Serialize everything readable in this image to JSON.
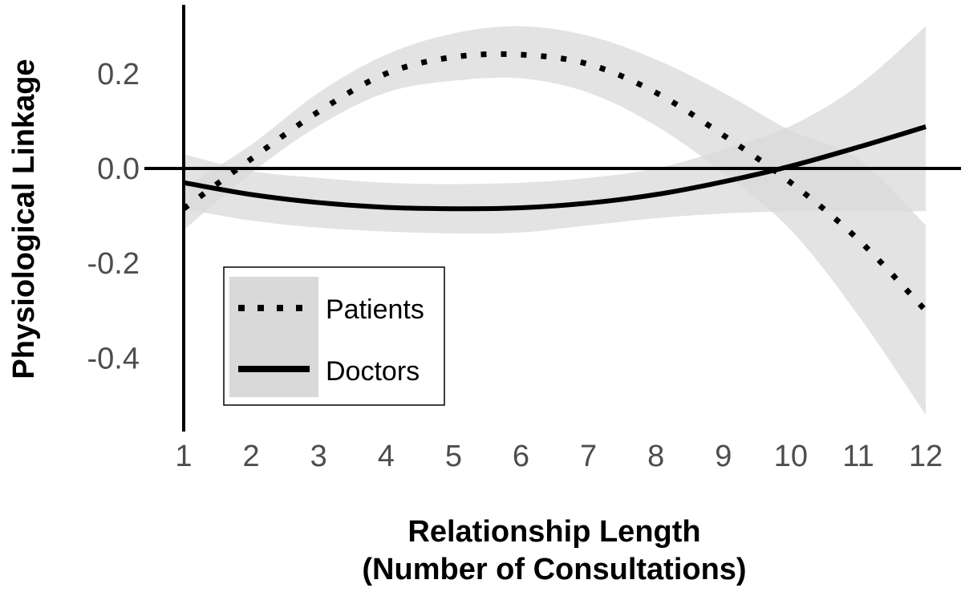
{
  "chart_data": {
    "type": "line",
    "xlabel_line1": "Relationship Length",
    "xlabel_line2": "(Number of Consultations)",
    "ylabel": "Physiological Linkage",
    "x_ticks": [
      "1",
      "2",
      "3",
      "4",
      "5",
      "6",
      "7",
      "8",
      "9",
      "10",
      "11",
      "12"
    ],
    "y_ticks": [
      "0.2",
      "0.0",
      "-0.2",
      "-0.4"
    ],
    "xlim": [
      1,
      12.5
    ],
    "ylim": [
      -0.53,
      0.35
    ],
    "reference_line_y": 0,
    "legend_position": "bottom-left",
    "series": [
      {
        "name": "Patients",
        "style": "dotted",
        "color": "#000000",
        "x": [
          1,
          2,
          3,
          4,
          5,
          6,
          7,
          8,
          9,
          10,
          11,
          12
        ],
        "y": [
          -0.085,
          0.02,
          0.12,
          0.2,
          0.235,
          0.24,
          0.22,
          0.16,
          0.07,
          -0.03,
          -0.15,
          -0.3
        ],
        "lower": [
          -0.13,
          -0.01,
          0.09,
          0.16,
          0.185,
          0.19,
          0.16,
          0.09,
          -0.01,
          -0.13,
          -0.31,
          -0.52
        ],
        "upper": [
          -0.04,
          0.05,
          0.16,
          0.24,
          0.285,
          0.3,
          0.28,
          0.23,
          0.16,
          0.08,
          0.02,
          -0.12
        ]
      },
      {
        "name": "Doctors",
        "style": "solid",
        "color": "#000000",
        "x": [
          1,
          2,
          3,
          4,
          5,
          6,
          7,
          8,
          9,
          10,
          11,
          12
        ],
        "y": [
          -0.03,
          -0.055,
          -0.072,
          -0.082,
          -0.085,
          -0.083,
          -0.073,
          -0.055,
          -0.028,
          0.005,
          0.045,
          0.088
        ],
        "lower": [
          -0.085,
          -0.11,
          -0.125,
          -0.133,
          -0.137,
          -0.135,
          -0.12,
          -0.105,
          -0.095,
          -0.09,
          -0.09,
          -0.09
        ],
        "upper": [
          0.03,
          -0.005,
          -0.02,
          -0.03,
          -0.033,
          -0.03,
          -0.02,
          0.0,
          0.04,
          0.09,
          0.175,
          0.3
        ]
      }
    ],
    "colors": {
      "band": "#d9d9d9",
      "line": "#000000",
      "tick": "#4d4d4d"
    }
  }
}
